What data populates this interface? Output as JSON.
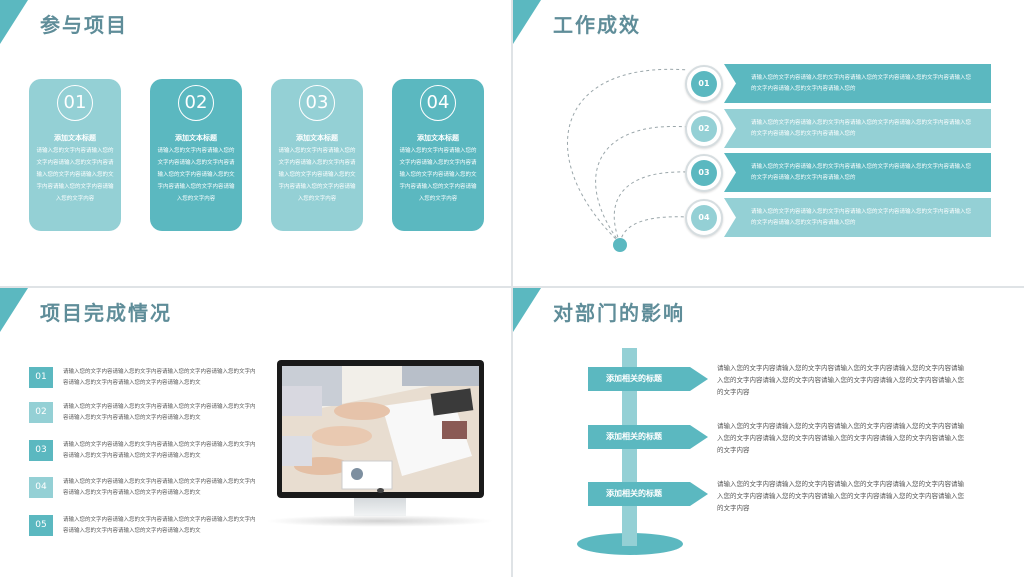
{
  "colors": {
    "accent": "#5bb8c0",
    "accent_light": "#94d0d5",
    "title": "#5f8d99",
    "body_text": "#555555"
  },
  "slide1": {
    "title": "参与项目",
    "cards": [
      {
        "num": "01",
        "title": "添加文本标题",
        "body": "请输入您的文字内容请输入您的文字内容请输入您的文字内容请输入您的文字内容请输入您的文字内容请输入您的文字内容请输入您的文字内容"
      },
      {
        "num": "02",
        "title": "添加文本标题",
        "body": "请输入您的文字内容请输入您的文字内容请输入您的文字内容请输入您的文字内容请输入您的文字内容请输入您的文字内容请输入您的文字内容"
      },
      {
        "num": "03",
        "title": "添加文本标题",
        "body": "请输入您的文字内容请输入您的文字内容请输入您的文字内容请输入您的文字内容请输入您的文字内容请输入您的文字内容请输入您的文字内容"
      },
      {
        "num": "04",
        "title": "添加文本标题",
        "body": "请输入您的文字内容请输入您的文字内容请输入您的文字内容请输入您的文字内容请输入您的文字内容请输入您的文字内容请输入您的文字内容"
      }
    ]
  },
  "slide2": {
    "title": "工作成效",
    "items": [
      {
        "num": "01",
        "text": "请输入您的文字内容请输入您的文字内容请输入您的文字内容请输入您的文字内容请输入您的文字内容请输入您的文字内容请输入您的"
      },
      {
        "num": "02",
        "text": "请输入您的文字内容请输入您的文字内容请输入您的文字内容请输入您的文字内容请输入您的文字内容请输入您的文字内容请输入您的"
      },
      {
        "num": "03",
        "text": "请输入您的文字内容请输入您的文字内容请输入您的文字内容请输入您的文字内容请输入您的文字内容请输入您的文字内容请输入您的"
      },
      {
        "num": "04",
        "text": "请输入您的文字内容请输入您的文字内容请输入您的文字内容请输入您的文字内容请输入您的文字内容请输入您的文字内容请输入您的"
      }
    ]
  },
  "slide3": {
    "title": "项目完成情况",
    "items": [
      {
        "num": "01",
        "text": "请输入您的文字内容请输入您的文字内容请输入您的文字内容请输入您的文字内容请输入您的文字内容请输入您的文字内容请输入您的文"
      },
      {
        "num": "02",
        "text": "请输入您的文字内容请输入您的文字内容请输入您的文字内容请输入您的文字内容请输入您的文字内容请输入您的文字内容请输入您的文"
      },
      {
        "num": "03",
        "text": "请输入您的文字内容请输入您的文字内容请输入您的文字内容请输入您的文字内容请输入您的文字内容请输入您的文字内容请输入您的文"
      },
      {
        "num": "04",
        "text": "请输入您的文字内容请输入您的文字内容请输入您的文字内容请输入您的文字内容请输入您的文字内容请输入您的文字内容请输入您的文"
      },
      {
        "num": "05",
        "text": "请输入您的文字内容请输入您的文字内容请输入您的文字内容请输入您的文字内容请输入您的文字内容请输入您的文字内容请输入您的文"
      }
    ]
  },
  "slide4": {
    "title": "对部门的影响",
    "items": [
      {
        "label": "添加相关的标题",
        "text": "请输入您的文字内容请输入您的文字内容请输入您的文字内容请输入您的文字内容请输入您的文字内容请输入您的文字内容请输入您的文字内容请输入您的文字内容请输入您的文字内容"
      },
      {
        "label": "添加相关的标题",
        "text": "请输入您的文字内容请输入您的文字内容请输入您的文字内容请输入您的文字内容请输入您的文字内容请输入您的文字内容请输入您的文字内容请输入您的文字内容请输入您的文字内容"
      },
      {
        "label": "添加相关的标题",
        "text": "请输入您的文字内容请输入您的文字内容请输入您的文字内容请输入您的文字内容请输入您的文字内容请输入您的文字内容请输入您的文字内容请输入您的文字内容请输入您的文字内容"
      }
    ]
  }
}
